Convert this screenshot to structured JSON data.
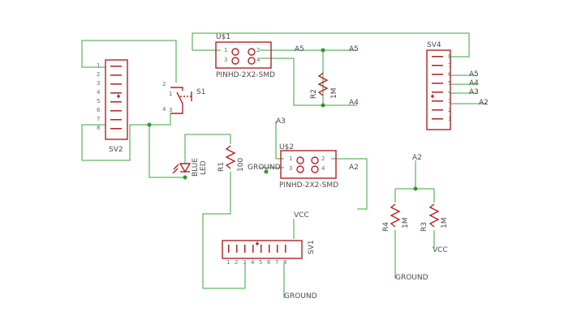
{
  "parts": {
    "u1": {
      "name": "U$1",
      "value": "PINHD-2X2-SMD",
      "pins": [
        "1",
        "3",
        "2",
        "4"
      ]
    },
    "u2": {
      "name": "U$2",
      "value": "PINHD-2X2-SMD",
      "pins": [
        "1",
        "3",
        "2",
        "4"
      ]
    },
    "sv2": {
      "name": "SV2",
      "pins": [
        "1",
        "2",
        "3",
        "4",
        "5",
        "6",
        "7",
        "8"
      ]
    },
    "sv4": {
      "name": "SV4",
      "pins": [
        "8",
        "7",
        "6",
        "5",
        "4",
        "3",
        "2",
        "1"
      ]
    },
    "sv1": {
      "name": "SV1",
      "pins": [
        "1",
        "2",
        "3",
        "4",
        "5",
        "6",
        "7",
        "8"
      ]
    },
    "s1": {
      "name": "S1",
      "pins": [
        "2",
        "1",
        "4",
        "3"
      ]
    },
    "r1": {
      "name": "R1",
      "value": "100"
    },
    "r2": {
      "name": "R2",
      "value": "1M"
    },
    "r3": {
      "name": "R3",
      "value": "1M"
    },
    "r4": {
      "name": "R4",
      "value": "1M"
    },
    "led": {
      "name": "BLUE",
      "value": "LED"
    }
  },
  "nets": {
    "u1_a5": "A5",
    "right_a5": "A5",
    "right_a4": "A4",
    "sv4_a5": "A5",
    "sv4_a4": "A4",
    "sv4_a3": "A3",
    "sv4_a2": "A2",
    "u2_a3": "A3",
    "u2_ground": "GROUND",
    "u2_a2": "A2",
    "r_a2": "A2",
    "r_ground": "GROUND",
    "r_vcc": "VCC",
    "sv1_vcc": "VCC",
    "sv1_ground": "GROUND"
  },
  "colors": {
    "wire": "#3aa63a",
    "part": "#b22222",
    "junction": "#2a9a2a",
    "text": "#4a4a4a"
  }
}
